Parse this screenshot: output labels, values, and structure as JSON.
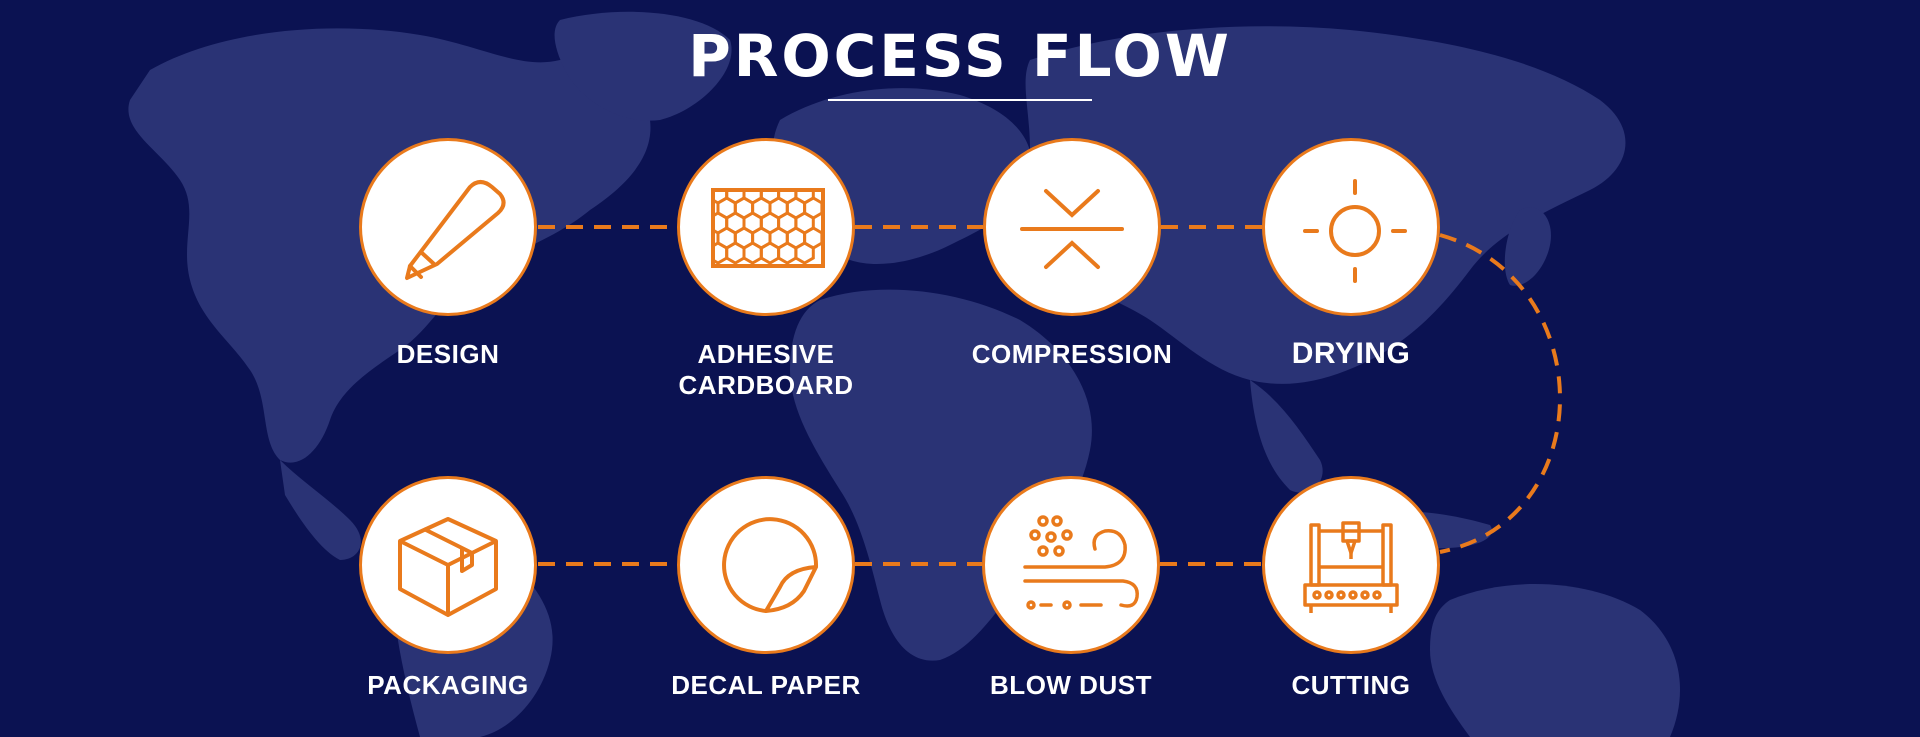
{
  "title": "PROCESS FLOW",
  "colors": {
    "background": "#0b1252",
    "map": "#2a3375",
    "accent": "#e97a1c",
    "node_fill": "#ffffff",
    "text": "#ffffff"
  },
  "steps": [
    {
      "label": "DESIGN",
      "icon": "pencil-icon"
    },
    {
      "label": "ADHESIVE CARDBOARD",
      "icon": "honeycomb-icon"
    },
    {
      "label": "COMPRESSION",
      "icon": "compression-icon"
    },
    {
      "label": "DRYING",
      "icon": "sun-icon"
    },
    {
      "label": "CUTTING",
      "icon": "cnc-machine-icon"
    },
    {
      "label": "BLOW DUST",
      "icon": "wind-dust-icon"
    },
    {
      "label": "DECAL PAPER",
      "icon": "decal-sticker-icon"
    },
    {
      "label": "PACKAGING",
      "icon": "box-icon"
    }
  ]
}
